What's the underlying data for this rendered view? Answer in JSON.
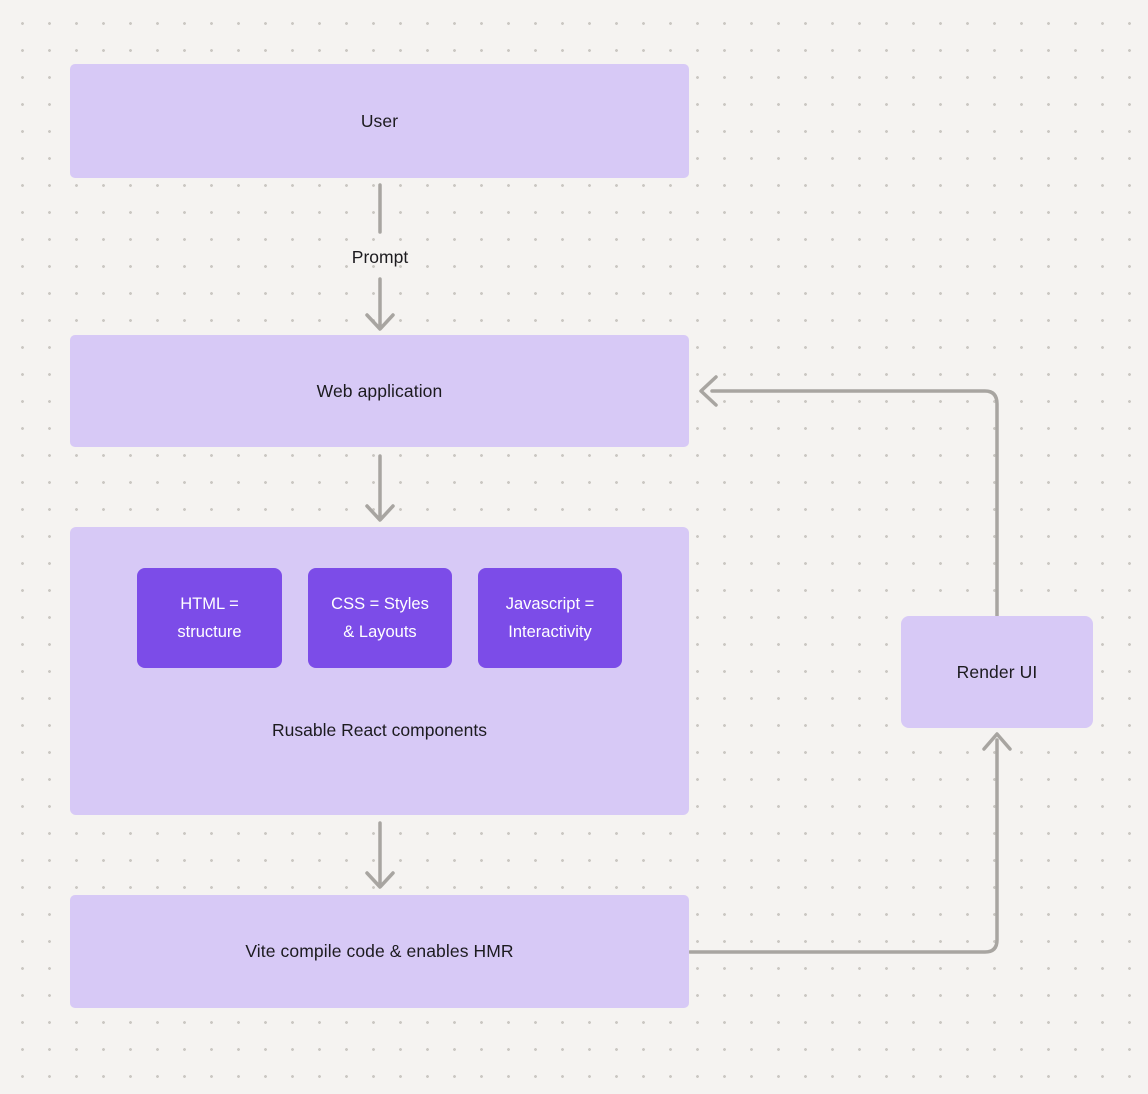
{
  "diagram": {
    "background": {
      "color": "#f5f3f1",
      "dot_color": "#cbc8c3"
    },
    "colors": {
      "light_box": "#d7c9f6",
      "dark_box": "#7c4ce8",
      "arrow": "#a8a5a1",
      "text_dark": "#1c1b1f",
      "text_light": "#ffffff"
    },
    "nodes": {
      "user": {
        "label": "User"
      },
      "web_application": {
        "label": "Web application"
      },
      "components_group": {
        "children": [
          {
            "label": "HTML =\nstructure"
          },
          {
            "label": "CSS = Styles\n& Layouts"
          },
          {
            "label": "Javascript =\nInteractivity"
          }
        ],
        "caption": "Rusable React components"
      },
      "vite": {
        "label": "Vite compile code & enables HMR"
      },
      "render_ui": {
        "label": "Render UI"
      }
    },
    "edges": {
      "user_to_webapp": {
        "label": "Prompt"
      }
    }
  }
}
